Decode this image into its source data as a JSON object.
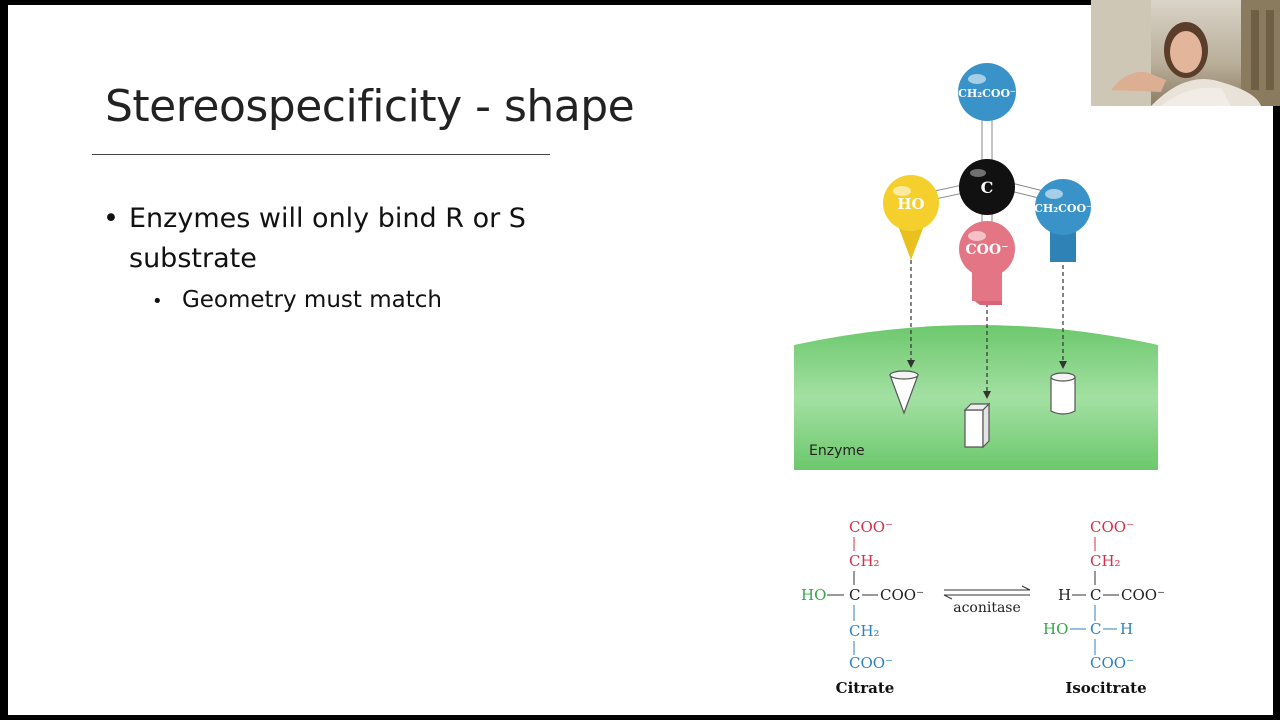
{
  "slide": {
    "title": "Stereospecificity - shape",
    "bullets": [
      {
        "text": "Enzymes will only bind R or S substrate",
        "level": 1
      },
      {
        "text": "Geometry must match",
        "level": 2
      }
    ]
  },
  "figure": {
    "center_atom": "C",
    "group_top": "CH₂COO⁻",
    "group_left": "HO",
    "group_front": "COO⁻",
    "group_right": "CH₂COO⁻",
    "enzyme_label": "Enzyme",
    "reaction": {
      "enzyme_name": "aconitase",
      "citrate": {
        "name": "Citrate",
        "top_group": "COO⁻",
        "upper_ch2": "CH₂",
        "left_group": "HO",
        "center": "C",
        "right_group": "COO⁻",
        "lower_ch2": "CH₂",
        "bottom_group": "COO⁻"
      },
      "isocitrate": {
        "name": "Isocitrate",
        "top_group": "COO⁻",
        "upper_ch2": "CH₂",
        "row1_left": "H",
        "row1_center": "C",
        "row1_right": "COO⁻",
        "row2_left": "HO",
        "row2_center": "C",
        "row2_right": "H",
        "bottom_group": "COO⁻"
      }
    }
  },
  "colors": {
    "yellow": "#f5d02c",
    "blue": "#3a93c8",
    "red": "#e47584",
    "green_enzyme": "#7fd27f",
    "chem_red": "#d4304a",
    "chem_green": "#2fa84a",
    "chem_blue": "#2d82c0"
  }
}
